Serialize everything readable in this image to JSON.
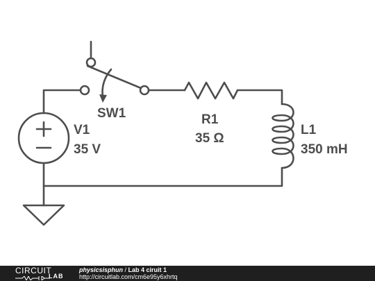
{
  "components": {
    "switch": {
      "name": "SW1"
    },
    "resistor": {
      "name": "R1",
      "value": "35 Ω"
    },
    "inductor": {
      "name": "L1",
      "value": "350 mH"
    },
    "source": {
      "name": "V1",
      "value": "35 V"
    }
  },
  "footer": {
    "logo_top": "CIRCUIT",
    "logo_bottom": "LAB",
    "author": "physicsisphun",
    "separator": " / ",
    "title": "Lab 4 ciruit 1",
    "url": "http://circuitlab.com/cm6e95y6xhrtq"
  }
}
